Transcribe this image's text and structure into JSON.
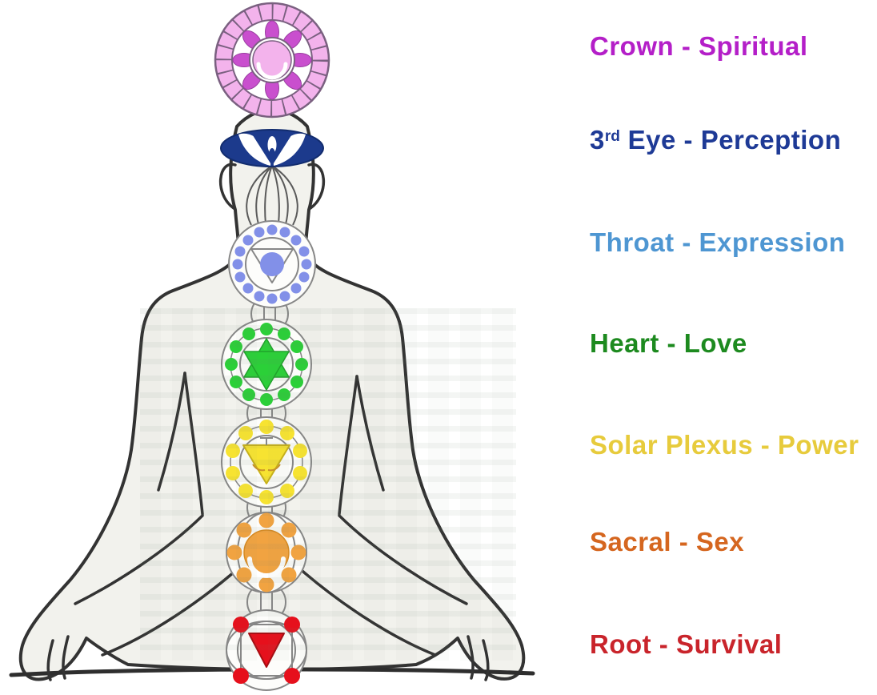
{
  "colors": {
    "background": "#ffffff",
    "body_fill": "#f2f2ed",
    "outline": "#333333",
    "floor": "#2e2e2e",
    "symbol_outline": "#878787"
  },
  "chakras": [
    {
      "id": "crown",
      "name": "Crown",
      "meaning": "Spiritual",
      "label": {
        "pre": "Crown - Spiritual",
        "sup": "",
        "post": ""
      },
      "text_color": "#b41fc8",
      "symbol": {
        "primary": "#f3b3ec",
        "accent": "#c94fce",
        "detail": "#ffffff"
      }
    },
    {
      "id": "third-eye",
      "name": "3rd Eye",
      "meaning": "Perception",
      "label": {
        "pre": "3",
        "sup": "rd",
        "post": " Eye - Perception"
      },
      "text_color": "#1e3a96",
      "symbol": {
        "primary": "#1c3a8c",
        "detail": "#ffffff"
      }
    },
    {
      "id": "throat",
      "name": "Throat",
      "meaning": "Expression",
      "label": {
        "pre": "Throat - Expression",
        "sup": "",
        "post": ""
      },
      "text_color": "#4e96d2",
      "symbol": {
        "primary": "#8290e8"
      }
    },
    {
      "id": "heart",
      "name": "Heart",
      "meaning": "Love",
      "label": {
        "pre": "Heart - Love",
        "sup": "",
        "post": ""
      },
      "text_color": "#1d8a1f",
      "symbol": {
        "primary": "#2bd038"
      }
    },
    {
      "id": "solar-plexus",
      "name": "Solar Plexus",
      "meaning": "Power",
      "label": {
        "pre": "Solar Plexus - Power",
        "sup": "",
        "post": ""
      },
      "text_color": "#e7cb3c",
      "symbol": {
        "primary": "#f7e331"
      }
    },
    {
      "id": "sacral",
      "name": "Sacral",
      "meaning": "Sex",
      "label": {
        "pre": "Sacral - Sex",
        "sup": "",
        "post": ""
      },
      "text_color": "#d5661f",
      "symbol": {
        "primary": "#f1a341",
        "detail": "#ffffff"
      }
    },
    {
      "id": "root",
      "name": "Root",
      "meaning": "Survival",
      "label": {
        "pre": "Root - Survival",
        "sup": "",
        "post": ""
      },
      "text_color": "#c9242b",
      "symbol": {
        "primary": "#e6101c"
      }
    }
  ]
}
